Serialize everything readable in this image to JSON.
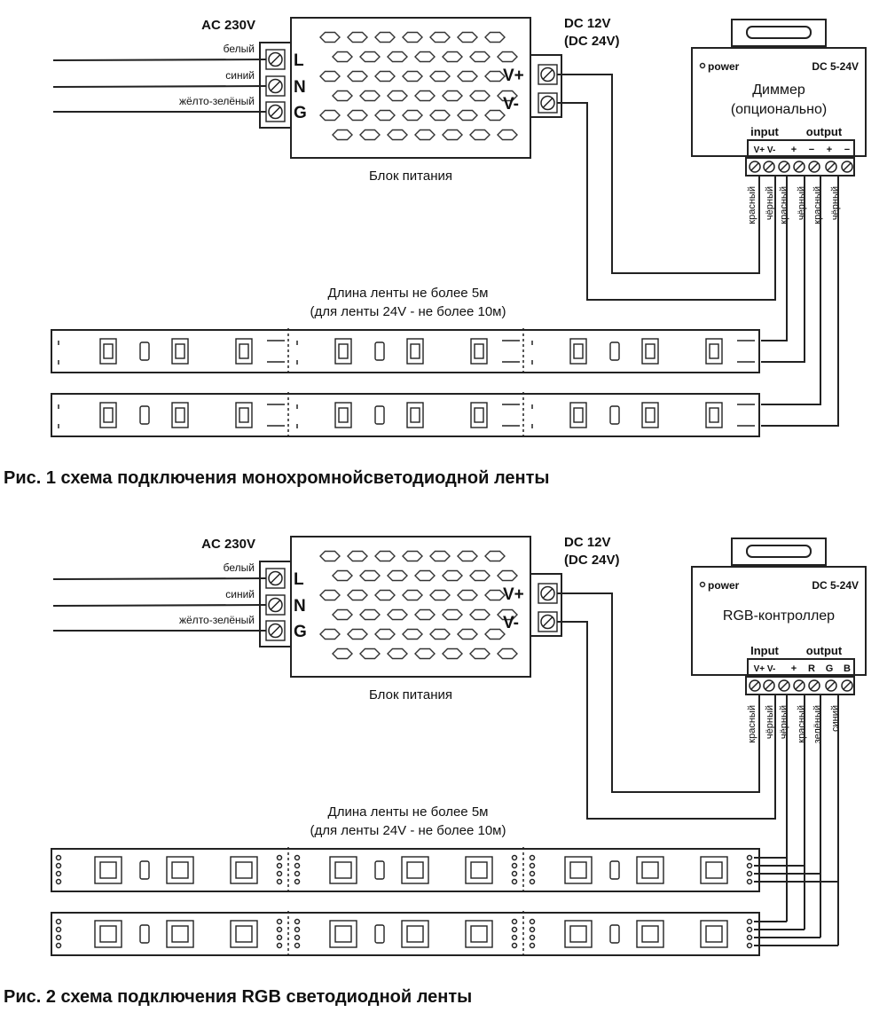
{
  "diagram1": {
    "ac_label": "AC 230V",
    "wire_labels": [
      "белый",
      "синий",
      "жёлто-зелёный"
    ],
    "input_terminals": [
      "L",
      "N",
      "G"
    ],
    "dc_label_1": "DC 12V",
    "dc_label_2": "(DC 24V)",
    "output_terminals": [
      "V+",
      "V-"
    ],
    "psu_caption": "Блок питания",
    "device_power": "power",
    "device_dc": "DC 5-24V",
    "device_name_1": "Диммер",
    "device_name_2": "(опционально)",
    "input_label": "input",
    "output_label": "output",
    "input_pins": "V+ V-",
    "output_pins": [
      "+",
      "−",
      "+",
      "−"
    ],
    "vertical_wires": [
      "красный",
      "чёрный",
      "красный",
      "чёрный",
      "красный",
      "чёрный"
    ],
    "length_note_1": "Длина ленты не более 5м",
    "length_note_2": "(для ленты 24V - не более 10м)",
    "caption": "Рис. 1 схема подключения монохромнойсветодиодной ленты"
  },
  "diagram2": {
    "ac_label": "AC 230V",
    "wire_labels": [
      "белый",
      "синий",
      "жёлто-зелёный"
    ],
    "input_terminals": [
      "L",
      "N",
      "G"
    ],
    "dc_label_1": "DC 12V",
    "dc_label_2": "(DC 24V)",
    "output_terminals": [
      "V+",
      "V-"
    ],
    "psu_caption": "Блок питания",
    "device_power": "power",
    "device_dc": "DC 5-24V",
    "device_name_1": "RGB-контроллер",
    "input_label": "Input",
    "output_label": "output",
    "input_pins": "V+ V-",
    "output_pins": [
      "+",
      "R",
      "G",
      "B"
    ],
    "vertical_wires": [
      "красный",
      "чёрный",
      "чёрный",
      "красный",
      "зелёный",
      "синий"
    ],
    "length_note_1": "Длина ленты не более 5м",
    "length_note_2": "(для ленты 24V - не более 10м)",
    "caption": "Рис. 2 схема подключения RGB светодиодной ленты"
  }
}
